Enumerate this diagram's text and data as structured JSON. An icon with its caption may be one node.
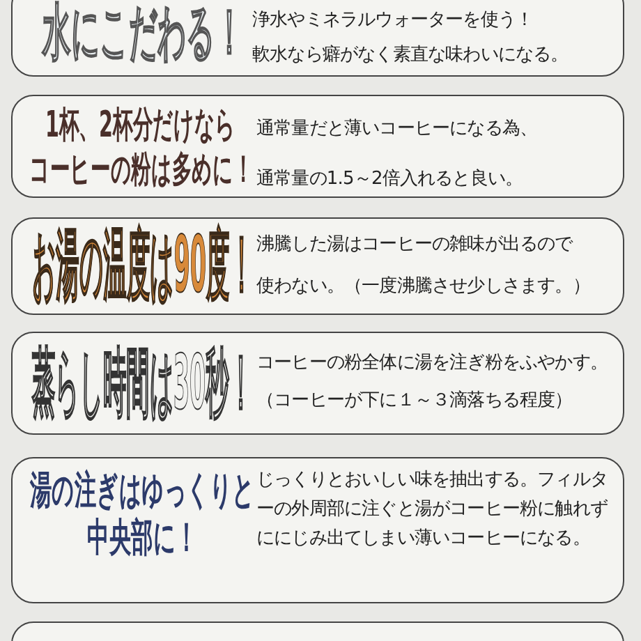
{
  "diagram": {
    "nodes": [
      {
        "text": [
          "水にこだわる！",
          "浄水やミネラルウォーターを使う！軟水なら癖がなく素直な味わいになる。"
        ]
      },
      {
        "text": [
          "1杯、2杯分だけならコーヒーの粉は多めに！",
          "通常量だと薄いコーヒーになる為、通常量の1.5～2倍入れると良い。"
        ]
      },
      {
        "text": [
          "お湯の温度は90度！",
          "沸騰した湯はコーヒーの雑味が出るので使わない。（一度沸騰させ少しさます。）"
        ]
      },
      {
        "text": [
          "蒸らし時間は30秒！",
          "コーヒーの粉全体に湯を注ぎ粉をふやかす。（コーヒーが下に１～３滴落ちる程度）"
        ]
      },
      {
        "text": [
          "湯の注ぎはゆっくりと中央部に！",
          "じっくりとおいしい味を抽出する。フィルターの外周部に注ぐと湯がコーヒー粉に触れずににじみ出てしまい薄いコーヒーになる。"
        ]
      },
      {
        "text": [],
        "shape": "box"
      }
    ]
  }
}
